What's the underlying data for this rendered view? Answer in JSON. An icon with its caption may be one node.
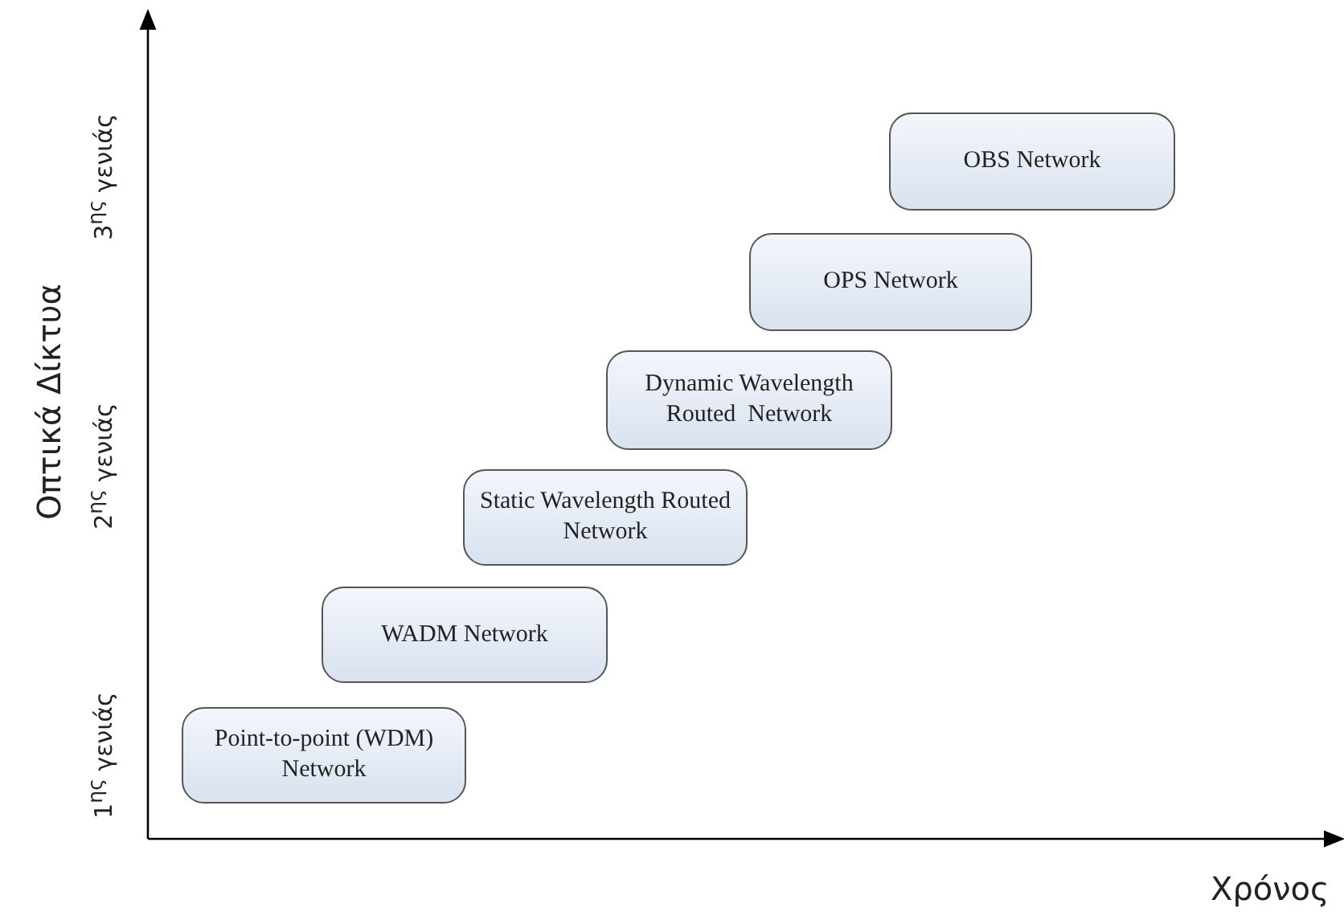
{
  "diagram": {
    "nodes": [
      {
        "text": [
          "Point-to-point (WDM) Network"
        ]
      },
      {
        "text": [
          "WADM Network"
        ]
      },
      {
        "text": [
          "Static Wavelength Routed Network"
        ]
      },
      {
        "text": [
          "Dynamic Wavelength Routed  Network"
        ]
      },
      {
        "text": [
          "OPS Network"
        ]
      },
      {
        "text": [
          "OBS Network"
        ]
      }
    ],
    "edges": [],
    "labels": [
      "Οπτικά Δίκτυα",
      "3$^{ης}$ γενιάς",
      "2$^{ης}$ γενιάς",
      "1$^{ης}$ γενιάς",
      "Χρόνος"
    ]
  }
}
